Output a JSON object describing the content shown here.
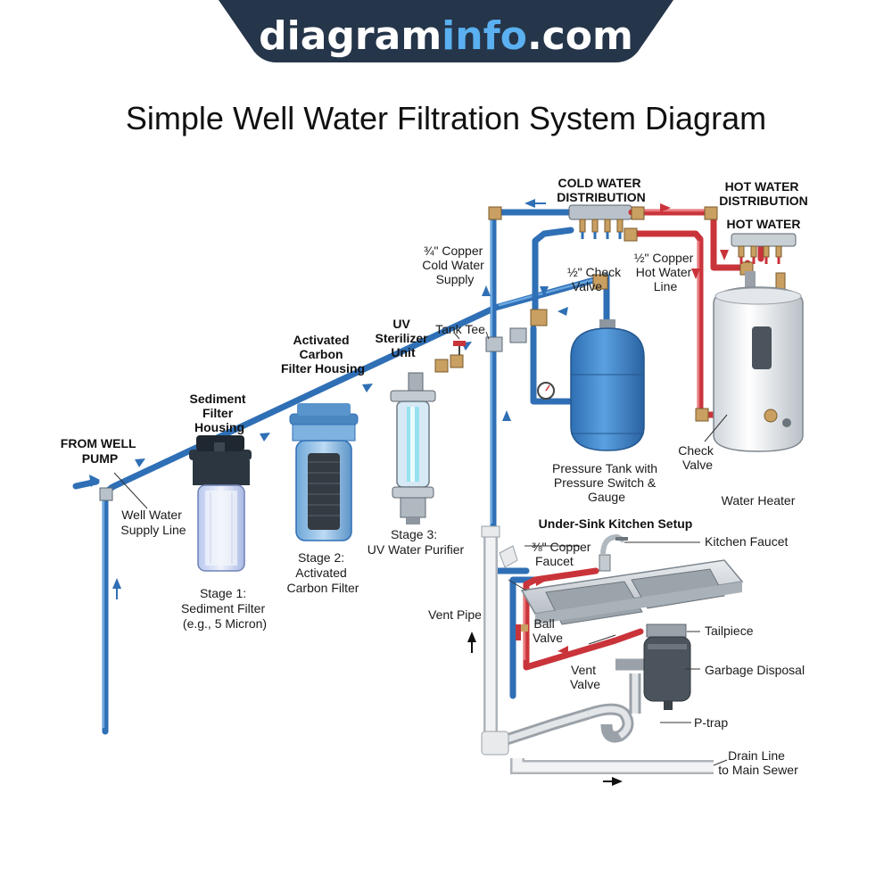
{
  "brand": {
    "prefix": "diagram",
    "accent": "info",
    "suffix": ".com"
  },
  "title": "Simple Well Water Filtration System Diagram",
  "colors": {
    "cold_pipe": "#2f6fb5",
    "hot_pipe": "#c9343a",
    "banner": "#25354a",
    "tank": "#3f86cf"
  },
  "labels": {
    "from_well_pump": [
      "FROM WELL",
      "PUMP"
    ],
    "well_water_supply_line": [
      "Well Water",
      "Supply Line"
    ],
    "sediment_filter_housing": [
      "Sediment",
      "Filter",
      "Housing"
    ],
    "stage1": [
      "Stage 1:",
      "Sediment Filter",
      "(e.g., 5 Micron)"
    ],
    "activated_carbon_housing": [
      "Activated",
      "Carbon",
      "Filter Housing"
    ],
    "stage2": [
      "Stage 2:",
      "Activated",
      "Carbon Filter"
    ],
    "uv_sterilizer_unit": [
      "UV",
      "Sterilizer",
      "Unit"
    ],
    "stage3": [
      "Stage 3:",
      "UV Water Purifier"
    ],
    "tank_tee": "Tank Tee",
    "copper_cold_supply": [
      "¾\" Copper",
      "Cold Water",
      "Supply"
    ],
    "cold_water_distribution": [
      "COLD WATER",
      "DISTRIBUTION"
    ],
    "check_valve_top": [
      "½\" Check",
      "Valve"
    ],
    "copper_hot_line": [
      "½\" Copper",
      "Hot Water",
      "Line"
    ],
    "hot_water_distribution": [
      "HOT WATER",
      "DISTRIBUTION"
    ],
    "hot_water": "HOT WATER",
    "pressure_tank": [
      "Pressure Tank with",
      "Pressure Switch &",
      "Gauge"
    ],
    "check_valve_heater": [
      "Check",
      "Valve"
    ],
    "water_heater": "Water Heater",
    "under_sink_setup": "Under-Sink Kitchen Setup",
    "copper_faucet": [
      "⅜\" Copper",
      "Faucet"
    ],
    "kitchen_faucet": "Kitchen Faucet",
    "vent_pipe": "Vent Pipe",
    "ball_valve": [
      "Ball",
      "Valve"
    ],
    "tailpiece": "Tailpiece",
    "vent_valve": [
      "Vent",
      "Valve"
    ],
    "garbage_disposal": "Garbage Disposal",
    "p_trap": "P-trap",
    "drain_line": [
      "Drain Line",
      "to Main Sewer"
    ]
  }
}
